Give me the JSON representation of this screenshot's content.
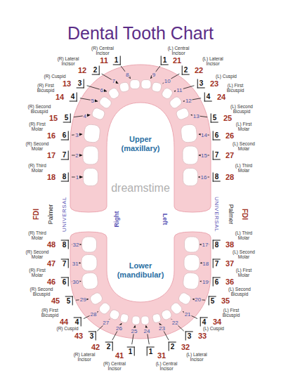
{
  "diagram": {
    "title": "Dental Tooth Chart",
    "labels": [
      "(R) Central Incisor",
      "11",
      "1",
      "8",
      "(R) Lateral Incisor",
      "12",
      "2",
      "7",
      "(R) Cuspid",
      "13",
      "3",
      "6",
      "(R) First Bicuspid",
      "14",
      "4",
      "5",
      "(R) Second Bicuspid",
      "15",
      "5",
      "4",
      "(R) First Molar",
      "16",
      "6",
      "3",
      "(R) Second Molar",
      "17",
      "7",
      "2",
      "(R) Third Molar",
      "18",
      "8",
      "1",
      "(L) Central Incisor",
      "21",
      "1",
      "9",
      "(L) Lateral Incisor",
      "22",
      "2",
      "10",
      "(L) Cuspid",
      "23",
      "3",
      "11",
      "(L) First Bicuspid",
      "24",
      "4",
      "12",
      "(L) Second Bicuspid",
      "25",
      "5",
      "13",
      "(L) First Molar",
      "26",
      "6",
      "14",
      "(L) Second Molar",
      "27",
      "7",
      "15",
      "(L) Third Molar",
      "28",
      "8",
      "16",
      "(L) Central Incisor",
      "31",
      "1",
      "24",
      "(L) Lateral Incisor",
      "32",
      "2",
      "23",
      "(L) Cuspid",
      "33",
      "3",
      "22",
      "(L) First Bicuspid",
      "34",
      "4",
      "21",
      "(L) Second Bicuspid",
      "35",
      "5",
      "20",
      "(L) First Molar",
      "36",
      "6",
      "19",
      "(L) Second Molar",
      "37",
      "7",
      "18",
      "(L) Third Molar",
      "38",
      "8",
      "17",
      "(R) Central Incisor",
      "41",
      "1",
      "25",
      "(R) Lateral Incisor",
      "42",
      "2",
      "26",
      "(R) Cuspid",
      "43",
      "3",
      "27",
      "(R) First Bicuspid",
      "44",
      "4",
      "28",
      "(R) Second Bicuspid",
      "45",
      "5",
      "29",
      "(R) First Molar",
      "46",
      "6",
      "30",
      "(R) Second Molar",
      "47",
      "7",
      "31",
      "(R) Third Molar",
      "48",
      "8",
      "32",
      "Upper (maxillary)",
      "Lower (mandibular)",
      "FDI",
      "Palmer",
      "UNIVERSAL",
      "Right",
      "Left",
      "UNIVERSAL",
      "Palmer",
      "FDI",
      "dreamstime"
    ]
  }
}
